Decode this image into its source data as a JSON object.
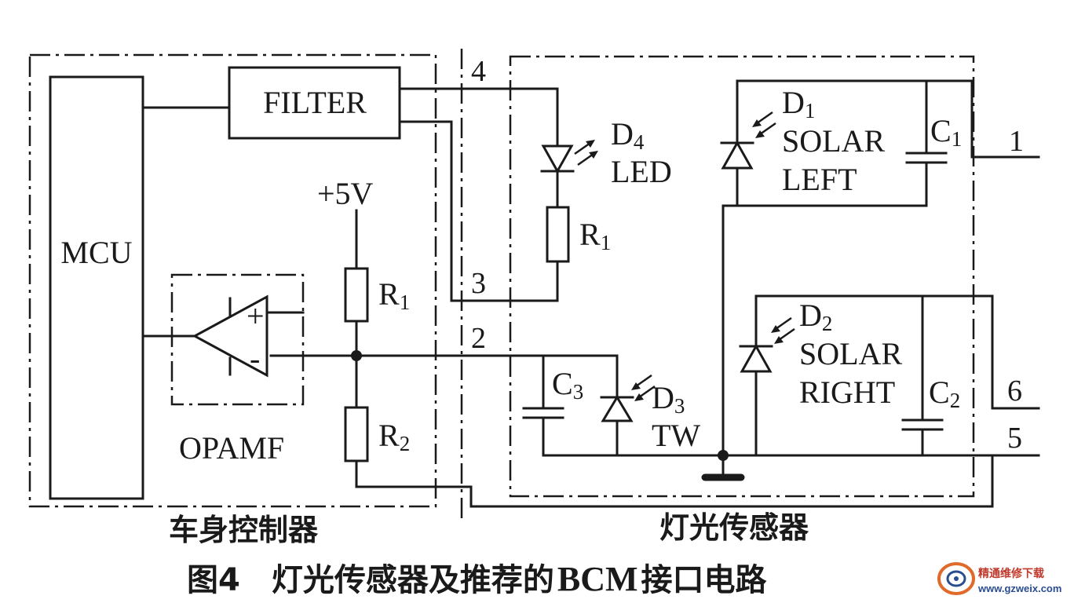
{
  "blocks": {
    "mcu": "MCU",
    "filter": "FILTER",
    "opamp": "OPAMF",
    "bcm_region": "车身控制器",
    "sensor_region": "灯光传感器"
  },
  "supply": "+5V",
  "components": {
    "r1_left": {
      "letter": "R",
      "sub": "1"
    },
    "r2": {
      "letter": "R",
      "sub": "2"
    },
    "r1_right": {
      "letter": "R",
      "sub": "1"
    },
    "d4": {
      "letter": "D",
      "sub": "4",
      "desc": "LED"
    },
    "d1": {
      "letter": "D",
      "sub": "1",
      "line1": "SOLAR",
      "line2": "LEFT"
    },
    "c1": {
      "letter": "C",
      "sub": "1"
    },
    "d2": {
      "letter": "D",
      "sub": "2",
      "line1": "SOLAR",
      "line2": "RIGHT"
    },
    "c2": {
      "letter": "C",
      "sub": "2"
    },
    "c3": {
      "letter": "C",
      "sub": "3"
    },
    "d3": {
      "letter": "D",
      "sub": "3",
      "desc": "TW"
    }
  },
  "opamp_signs": {
    "plus": "+",
    "minus": "-"
  },
  "pins": [
    "4",
    "3",
    "2",
    "1",
    "6",
    "5"
  ],
  "caption": {
    "prefix": "图4",
    "text_a": "灯光传感器及推荐的",
    "text_b": "BCM",
    "text_c": "接口电路"
  },
  "watermark": {
    "line1": "精通维修下载",
    "line2": "www.gzweix.com"
  }
}
